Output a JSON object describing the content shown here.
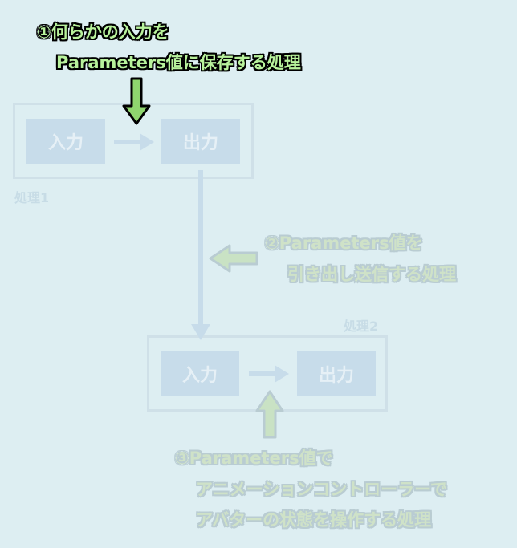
{
  "process1": {
    "label": "処理1",
    "input_label": "入力",
    "output_label": "出力"
  },
  "process2": {
    "label": "処理2",
    "input_label": "入力",
    "output_label": "出力"
  },
  "notes": {
    "note1_line1": "①何らかの入力を",
    "note1_line2": "Parameters値に保存する処理",
    "note2_line1": "②Parameters値を",
    "note2_line2": "引き出し送信する処理",
    "note3_line1": "③Parameters値で",
    "note3_line2": "アニメーションコントローラーで",
    "note3_line3": "アバターの状態を操作する処理"
  },
  "colors": {
    "background": "#ddeef2",
    "box_fill": "#c7dcea",
    "highlight_text": "#b8f29c",
    "highlight_arrow": "#8fd66e",
    "faded_arrow": "#c9e2c4"
  }
}
